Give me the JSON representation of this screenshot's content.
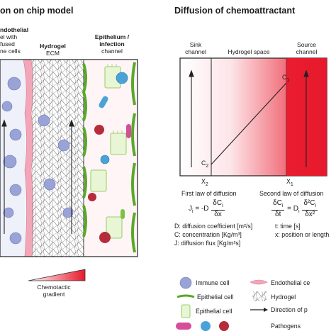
{
  "left_panel": {
    "title": "on on chip model",
    "label_left_1": "ndothelial",
    "label_left_2": "el with",
    "label_left_3": "fused",
    "label_left_4": "ne cells",
    "label_mid_1": "Hydrogel",
    "label_mid_2": "ECM",
    "label_right_1": "Epithelium /",
    "label_right_2": "infection",
    "label_right_3": "channel",
    "gradient_label_1": "Chemotactic",
    "gradient_label_2": "gradient"
  },
  "right_panel": {
    "title": "Diffusion of chemoattractant",
    "sink_1": "Sink",
    "sink_2": "channel",
    "hydrogel_space": "Hydrogel space",
    "source_1": "Source",
    "source_2": "channel",
    "c1": "C",
    "c1_sub": "1",
    "c2": "C",
    "c2_sub": "2",
    "x2": "X",
    "x2_sub": "2",
    "x1": "X",
    "x1_sub": "1",
    "first_law": "First law of diffusion",
    "second_law": "Second law of diffusion",
    "eq1_lhs": "J",
    "eq1_sub": "i",
    "eq1_mid": " = -D",
    "eq1_num": "δC",
    "eq1_den": "δx",
    "eq2_num": "δC",
    "eq2_den": "δt",
    "eq2_mid": " = D",
    "eq2_num2": "δ²C",
    "eq2_den2": "δx²",
    "def_d": "D: diffusion coefficient [m²/s]",
    "def_c": "C: concentration [Kg/m³]",
    "def_j": "J: diffusion flux [Kg/m²s]",
    "def_t": "t: time [s]",
    "def_x": "x: position or length"
  },
  "legend": {
    "immune": "Immune cell",
    "endothelial": "Endothelial ce",
    "epithelial1": "Epithelial cell",
    "hydrogel": "Hydrogel",
    "epithelial2": "Epithelial cell",
    "direction": "Direction of p",
    "pathogens": "Pathogens"
  },
  "colors": {
    "immune": "#9aa3d6",
    "endothelial": "#f2a7b8",
    "epithelial": "#7cc242",
    "source_red": "#e8192c",
    "pathogen_blue": "#4aa3d8",
    "pathogen_red": "#b52d3b",
    "pathogen_pink": "#d44e9a"
  }
}
